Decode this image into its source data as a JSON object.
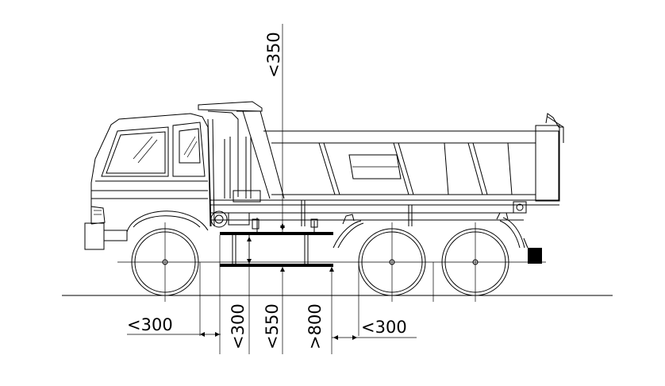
{
  "dimensions": {
    "top_clearance": "<350",
    "front_clearance": "<300",
    "lower_gap": "<300",
    "middle_gap": "<550",
    "platform_height": ">800",
    "rear_clearance": "<300"
  },
  "colors": {
    "line": "#000000",
    "background": "#ffffff"
  }
}
